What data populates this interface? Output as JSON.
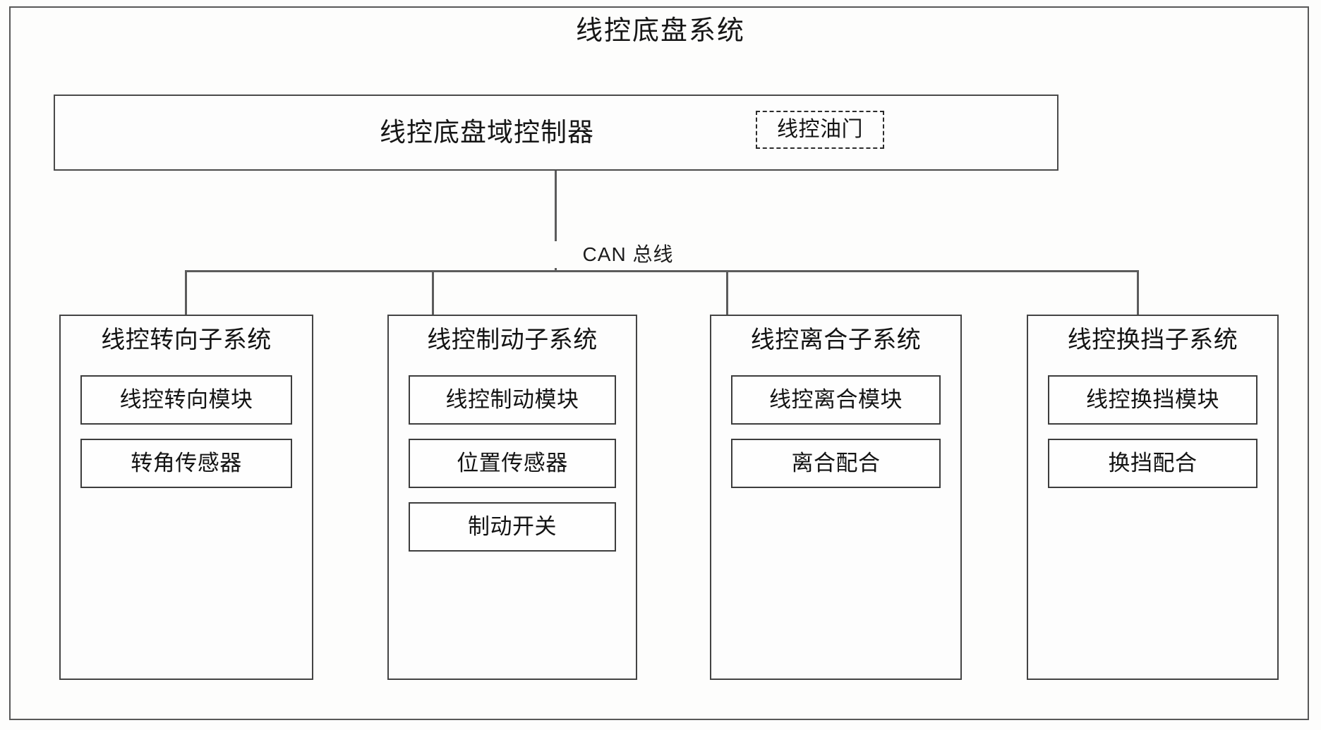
{
  "diagram": {
    "title": "线控底盘系统",
    "controller": {
      "label": "线控底盘域控制器",
      "optional_module": "线控油门"
    },
    "bus": {
      "label": "CAN 总线"
    },
    "subsystems": [
      {
        "title": "线控转向子系统",
        "modules": [
          "线控转向模块",
          "转角传感器"
        ]
      },
      {
        "title": "线控制动子系统",
        "modules": [
          "线控制动模块",
          "位置传感器",
          "制动开关"
        ]
      },
      {
        "title": "线控离合子系统",
        "modules": [
          "线控离合模块",
          "离合配合"
        ]
      },
      {
        "title": "线控换挡子系统",
        "modules": [
          "线控换挡模块",
          "换挡配合"
        ]
      }
    ],
    "colors": {
      "frame": "#585858",
      "box_border": "#444444",
      "line": "#5c5c5c",
      "text": "#131313",
      "background": "#fdfdfc"
    }
  }
}
